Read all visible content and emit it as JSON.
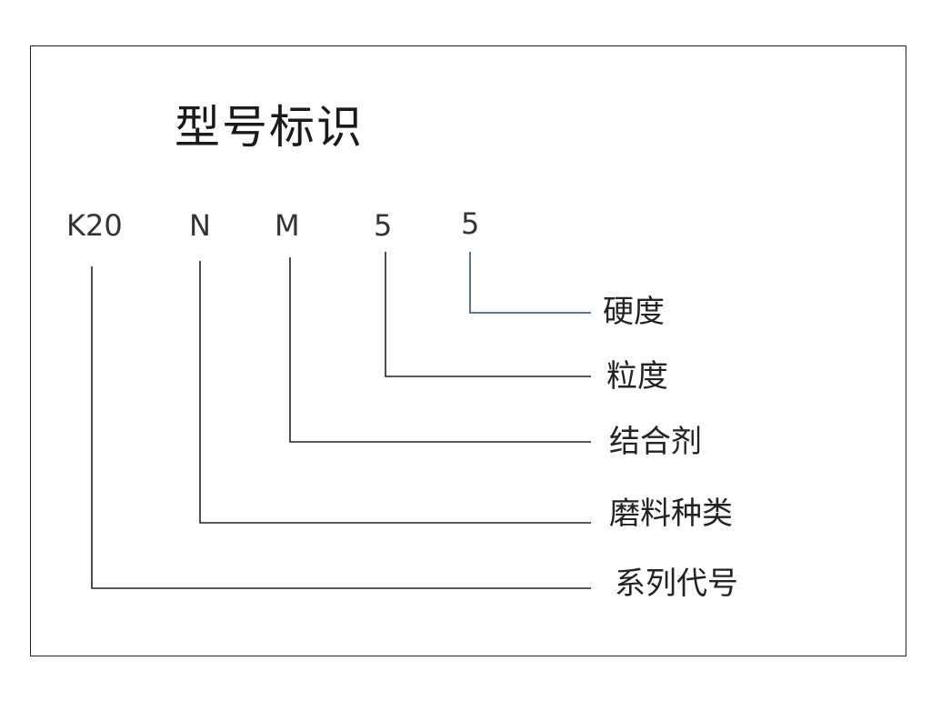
{
  "title": "型号标识",
  "codes": [
    "K20",
    "N",
    "M",
    "5",
    "5"
  ],
  "labels": [
    "硬度",
    "粒度",
    "结合剂",
    "磨料种类",
    "系列代号"
  ]
}
